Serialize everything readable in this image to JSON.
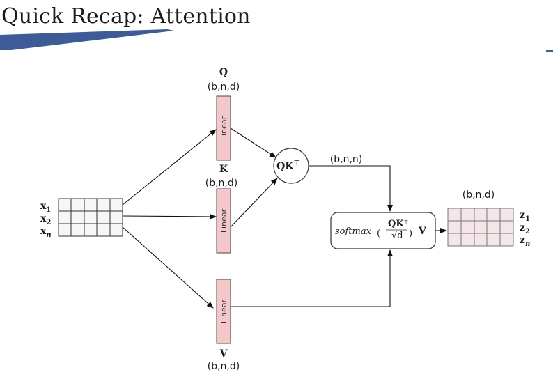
{
  "slide": {
    "title": "Quick Recap: Attention"
  },
  "colors": {
    "accent": "#3d5a99",
    "linear_fill": "#f4c7c9",
    "output_fill": "#f3e5e8"
  },
  "inputs": {
    "x1": "x",
    "x1_sub": "1",
    "x2": "x",
    "x2_sub": "2",
    "xn": "x",
    "xn_sub": "n"
  },
  "outputs": {
    "z1": "z",
    "z1_sub": "1",
    "z2": "z",
    "z2_sub": "2",
    "zn": "z",
    "zn_sub": "n"
  },
  "linears": {
    "q": "Linear",
    "k": "Linear",
    "v": "Linear"
  },
  "labels": {
    "q_name": "Q",
    "q_shape": "(b,n,d)",
    "k_name": "K",
    "k_shape": "(b,n,d)",
    "v_name": "V",
    "v_shape": "(b,n,d)",
    "qk": "QK",
    "qk_sup": "⊤",
    "qk_shape": "(b,n,n)",
    "out_shape": "(b,n,d)"
  },
  "softmax": {
    "fn": "softmax",
    "num": "QK",
    "num_sup": "⊤",
    "den": "√d",
    "v": "V"
  }
}
